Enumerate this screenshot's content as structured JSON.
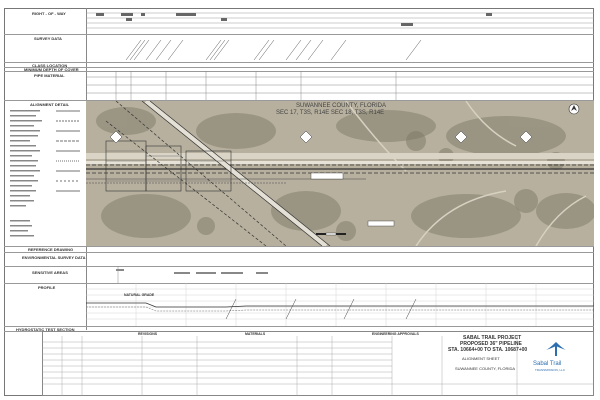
{
  "left_labels": {
    "right_of_way": "RIGHT - OF - WAY",
    "survey_data": "SURVEY DATA",
    "class_location": "CLASS LOCATION",
    "min_cover": "MINIMUM DEPTH OF COVER",
    "pipe_material": "PIPE MATERIAL",
    "alignment_detail": "ALIGNMENT DETAIL",
    "reference_drawing": "REFERENCE DRAWING",
    "env_survey": "ENVIRONMENTAL SURVEY DATA",
    "sensitive_areas": "SENSITIVE AREAS",
    "profile": "PROFILE",
    "hydro_test": "HYDROSTATIC TEST SECTION"
  },
  "map": {
    "county_line1": "SUWANNEE COUNTY, FLORIDA",
    "county_line2": "SEC 17, T3S, R14E SEC 18, T3S, R14E"
  },
  "profile": {
    "natural_grade": "NATURAL GRADE"
  },
  "title_block": {
    "engineering_approvals": "ENGINEERING APPROVALS",
    "revisions": "REVISIONS",
    "materials": "MATERIALS",
    "project_line1": "SABAL TRAIL PROJECT",
    "project_line2": "PROPOSED 36\" PIPELINE",
    "project_line3": "STA. 10664+00 TO STA. 10687+00",
    "sheet_type": "ALIGNMENT SHEET",
    "county": "SUWANNEE COUNTY, FLORIDA",
    "logo_text": "Sabal Trail",
    "logo_sub": "TRANSMISSION, LLC"
  },
  "colors": {
    "map_bg": "#b8b09c",
    "road": "#e8e4da",
    "pipeline": "#333333",
    "logo": "#2c6fb0"
  }
}
